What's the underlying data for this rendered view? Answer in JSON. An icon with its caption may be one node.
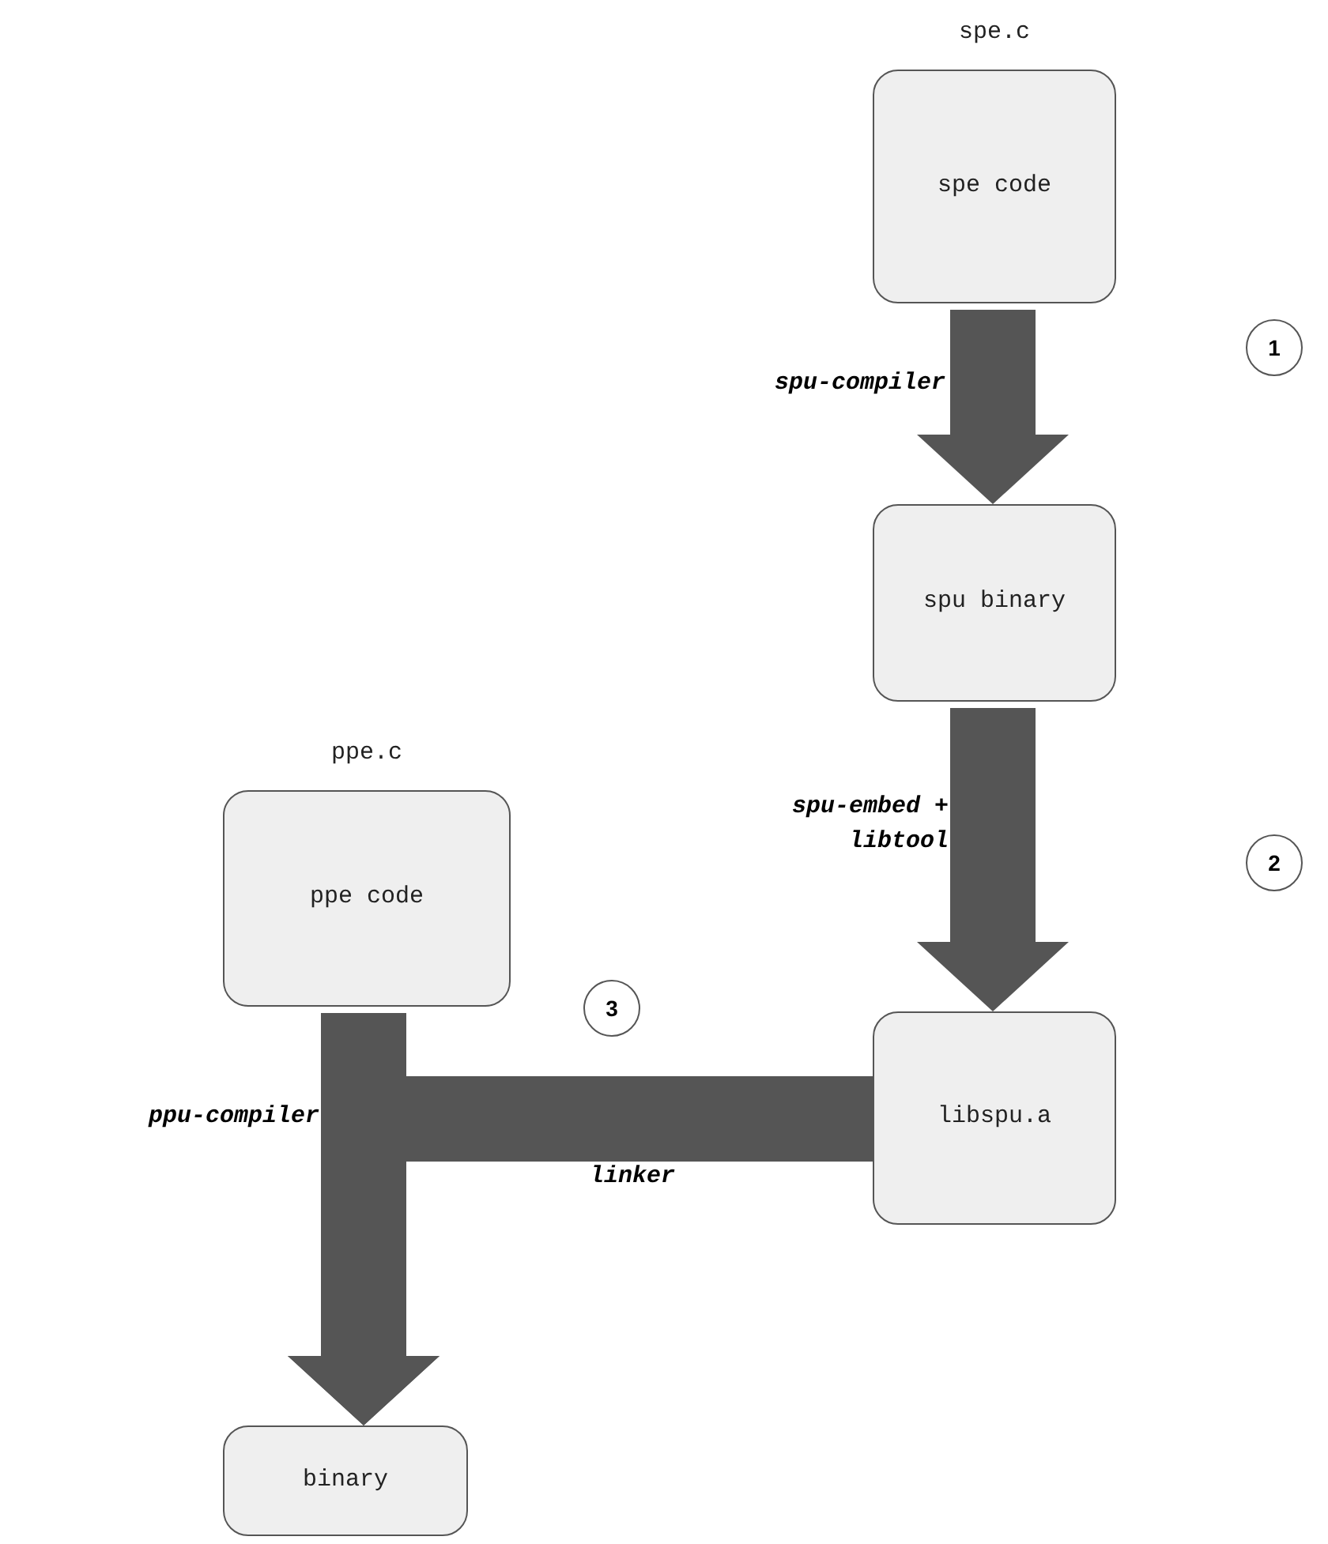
{
  "diagram": {
    "nodes": [
      {
        "text": [
          "spe code"
        ],
        "beside": [
          "spe.c"
        ]
      },
      {
        "text": [
          "spu binary"
        ]
      },
      {
        "text": [
          "ppe code"
        ],
        "beside": [
          "ppe.c"
        ]
      },
      {
        "text": [
          "libspu.a"
        ]
      },
      {
        "text": [
          "binary"
        ]
      },
      {
        "text": [
          "1"
        ]
      },
      {
        "text": [
          "2"
        ]
      },
      {
        "text": [
          "3"
        ]
      }
    ],
    "edges": [
      {
        "from": 0,
        "to": 1,
        "arrow": "to",
        "label": "spu-compiler"
      },
      {
        "from": 1,
        "to": 3,
        "arrow": "to",
        "label": "spu-embed + libtool"
      },
      {
        "from": 2,
        "to": 4,
        "arrow": "to",
        "label": "ppu-compiler"
      },
      {
        "from": 3,
        "to": 4,
        "arrow": "to",
        "label": "linker"
      }
    ]
  }
}
